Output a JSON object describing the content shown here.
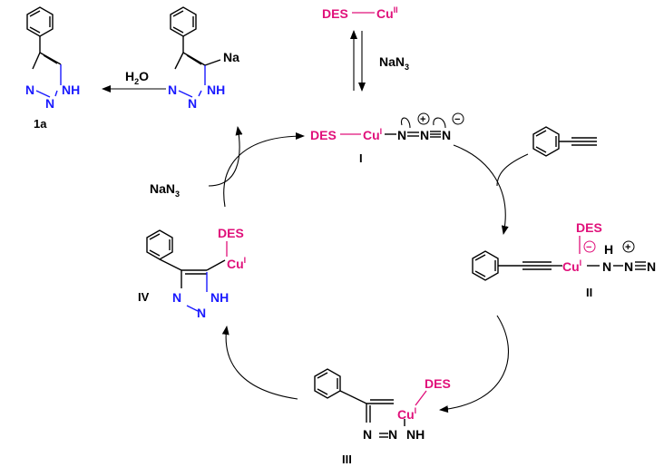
{
  "atoms": {
    "des": "DES",
    "cu": "Cu",
    "cu_ox_one": "I",
    "cu_ox_two": "II",
    "n": "N",
    "nh": "NH",
    "h": "H",
    "na": "Na",
    "plus": "+",
    "minus": "−"
  },
  "reagents": {
    "water_main": "H",
    "water_sub": "2",
    "water_end": "O",
    "nan3_main": "NaN",
    "nan3_sub": "3"
  },
  "labels": {
    "product": "1a",
    "intermediate_1": "I",
    "intermediate_2": "II",
    "intermediate_3": "III",
    "intermediate_4": "IV"
  },
  "colors": {
    "copper_species": "#e0107a",
    "triazole_nitrogen": "#1a1aff",
    "bond": "#000000"
  }
}
